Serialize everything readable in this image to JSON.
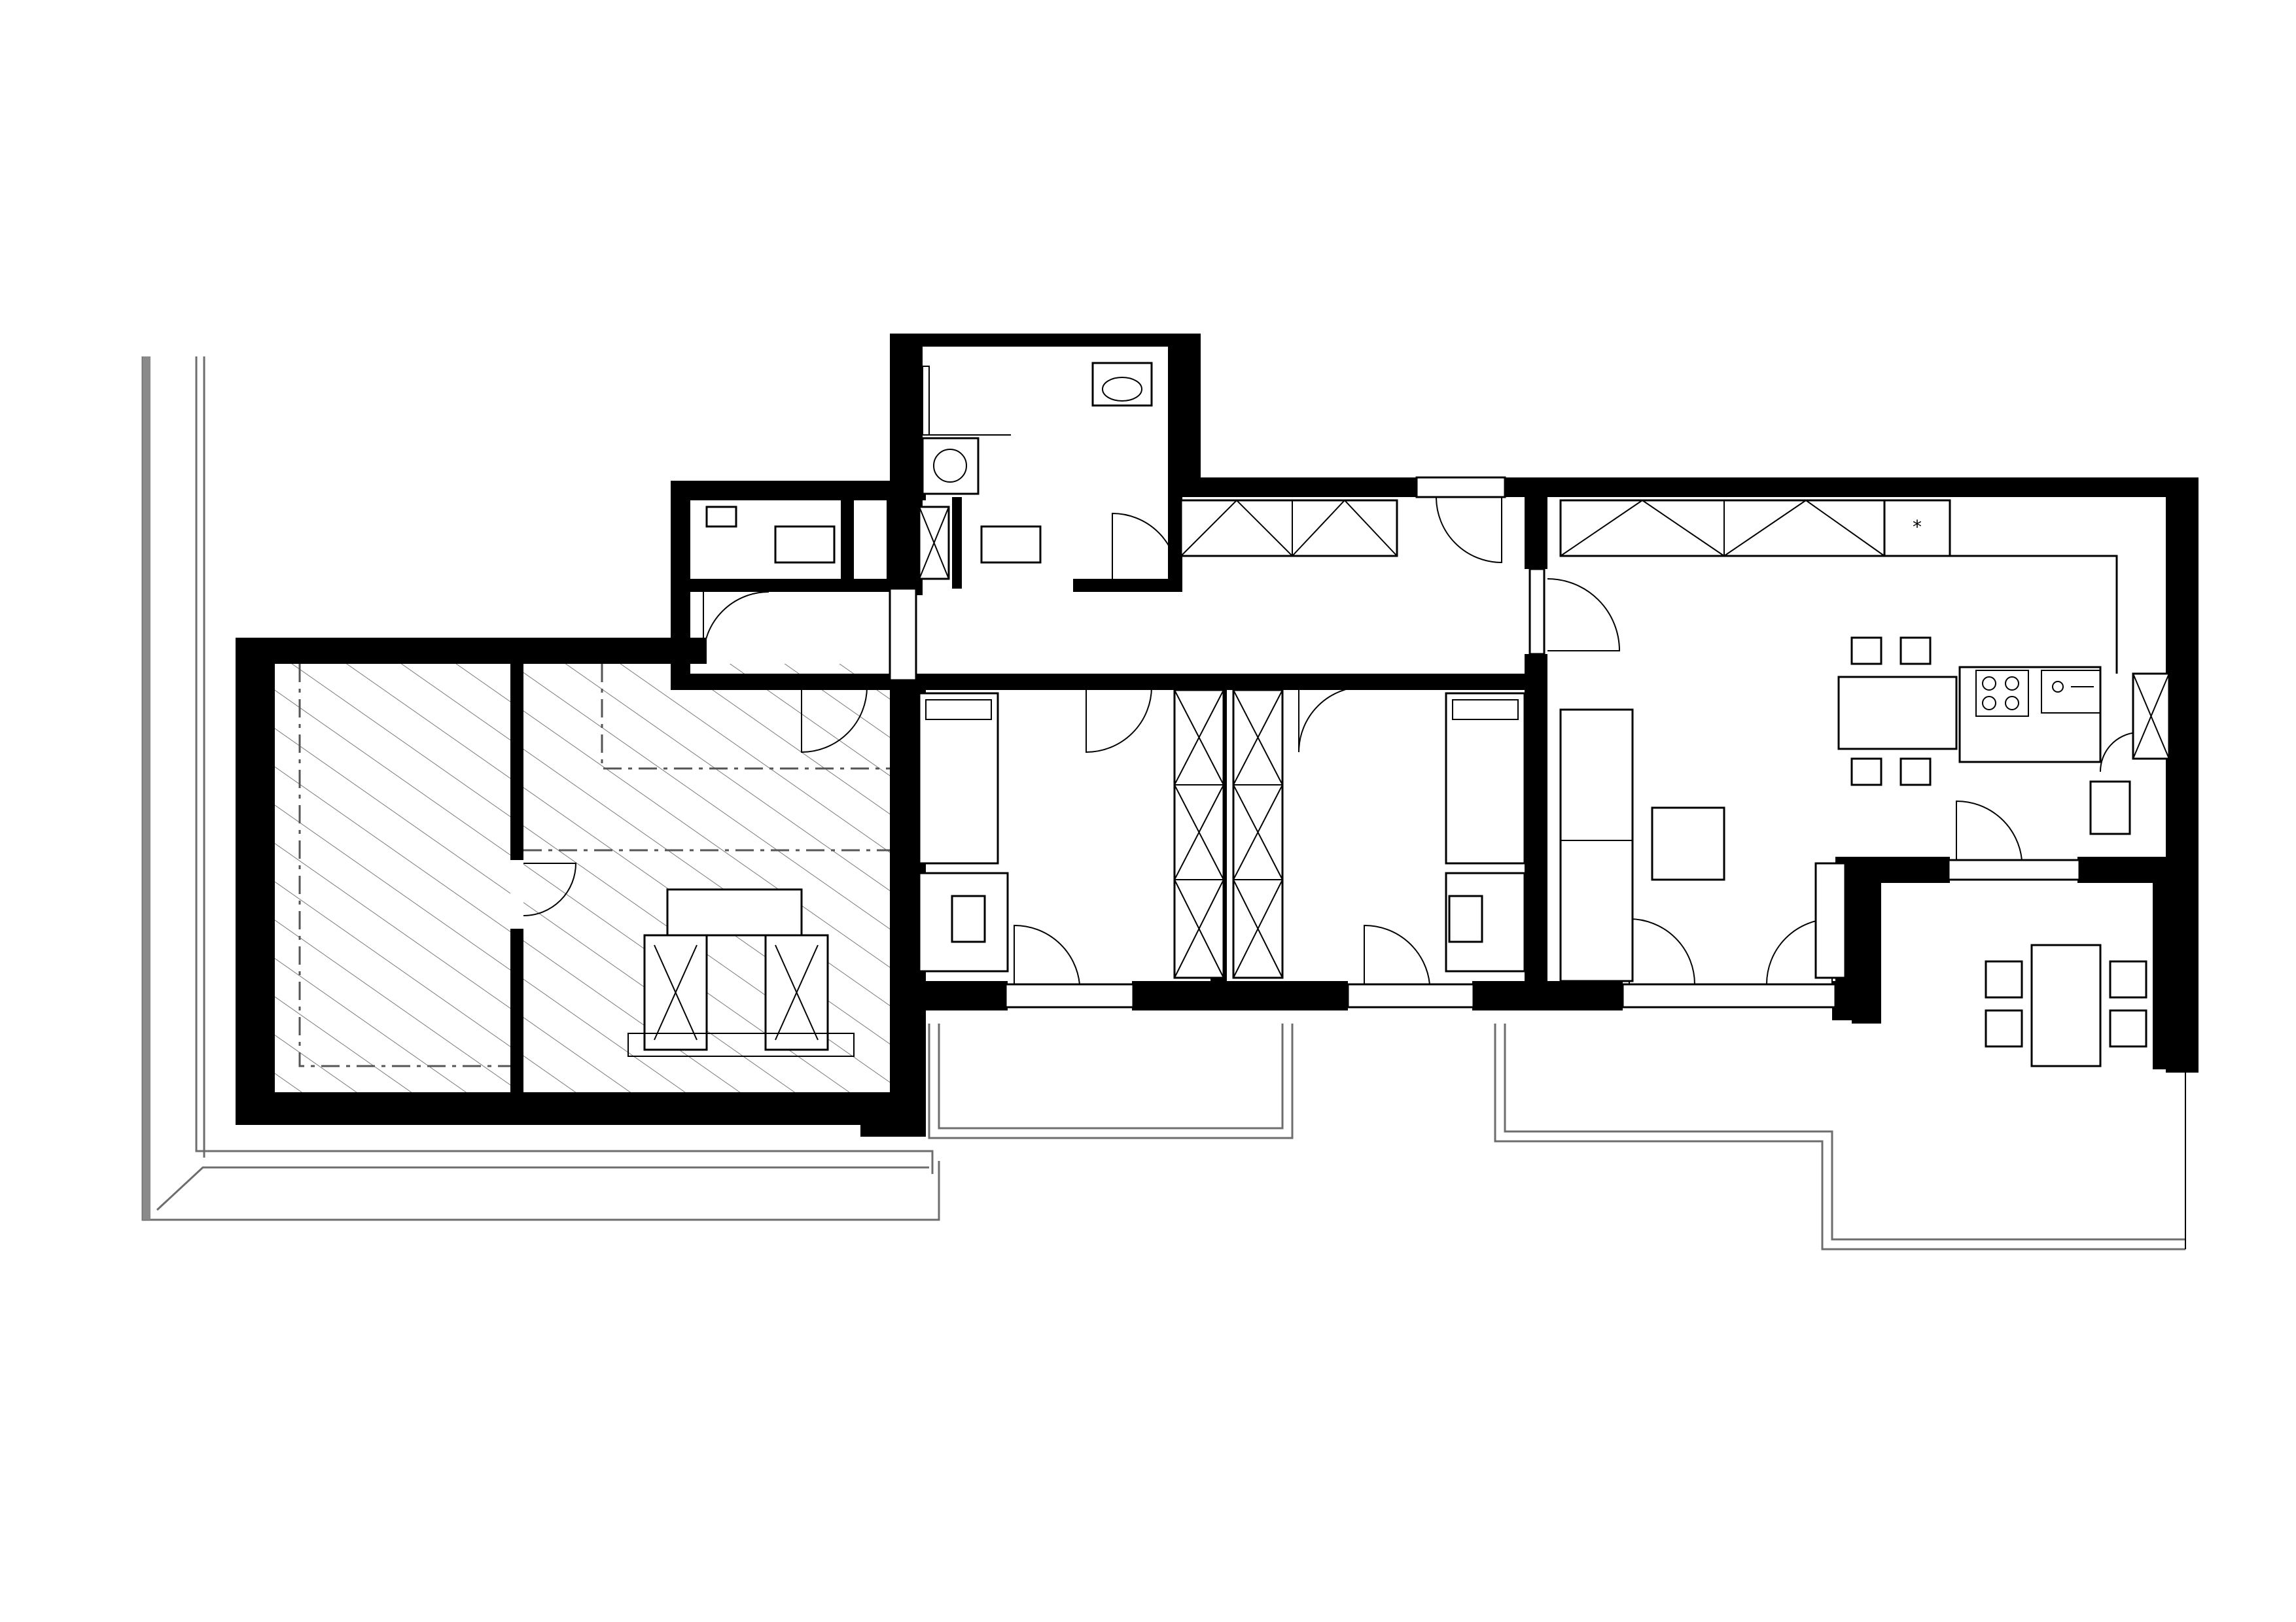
{
  "title": "",
  "colors": {
    "wall": "#000000",
    "line": "#000000",
    "hatch": "#7a7a7a",
    "terrace": "#6d6d6d",
    "background": "#ffffff"
  },
  "rooms": [
    {
      "id": "bathroom",
      "label": ""
    },
    {
      "id": "wc",
      "label": ""
    },
    {
      "id": "corridor",
      "label": ""
    },
    {
      "id": "bedroom-1",
      "label": ""
    },
    {
      "id": "bedroom-2",
      "label": ""
    },
    {
      "id": "living-kitchen",
      "label": ""
    },
    {
      "id": "hatched-room-left",
      "label": ""
    },
    {
      "id": "hatched-room-right",
      "label": ""
    },
    {
      "id": "balcony",
      "label": ""
    },
    {
      "id": "terrace",
      "label": ""
    },
    {
      "id": "loggia",
      "label": ""
    }
  ],
  "icons": [
    "door-swing-icon",
    "wardrobe-icon",
    "bed-icon",
    "desk-chair-icon",
    "sofa-icon",
    "table-icon",
    "cooktop-icon",
    "sink-icon",
    "toilet-icon",
    "washbasin-icon",
    "shower-icon",
    "washing-machine-icon",
    "chair-icon",
    "window-icon",
    "armchair-icon"
  ]
}
